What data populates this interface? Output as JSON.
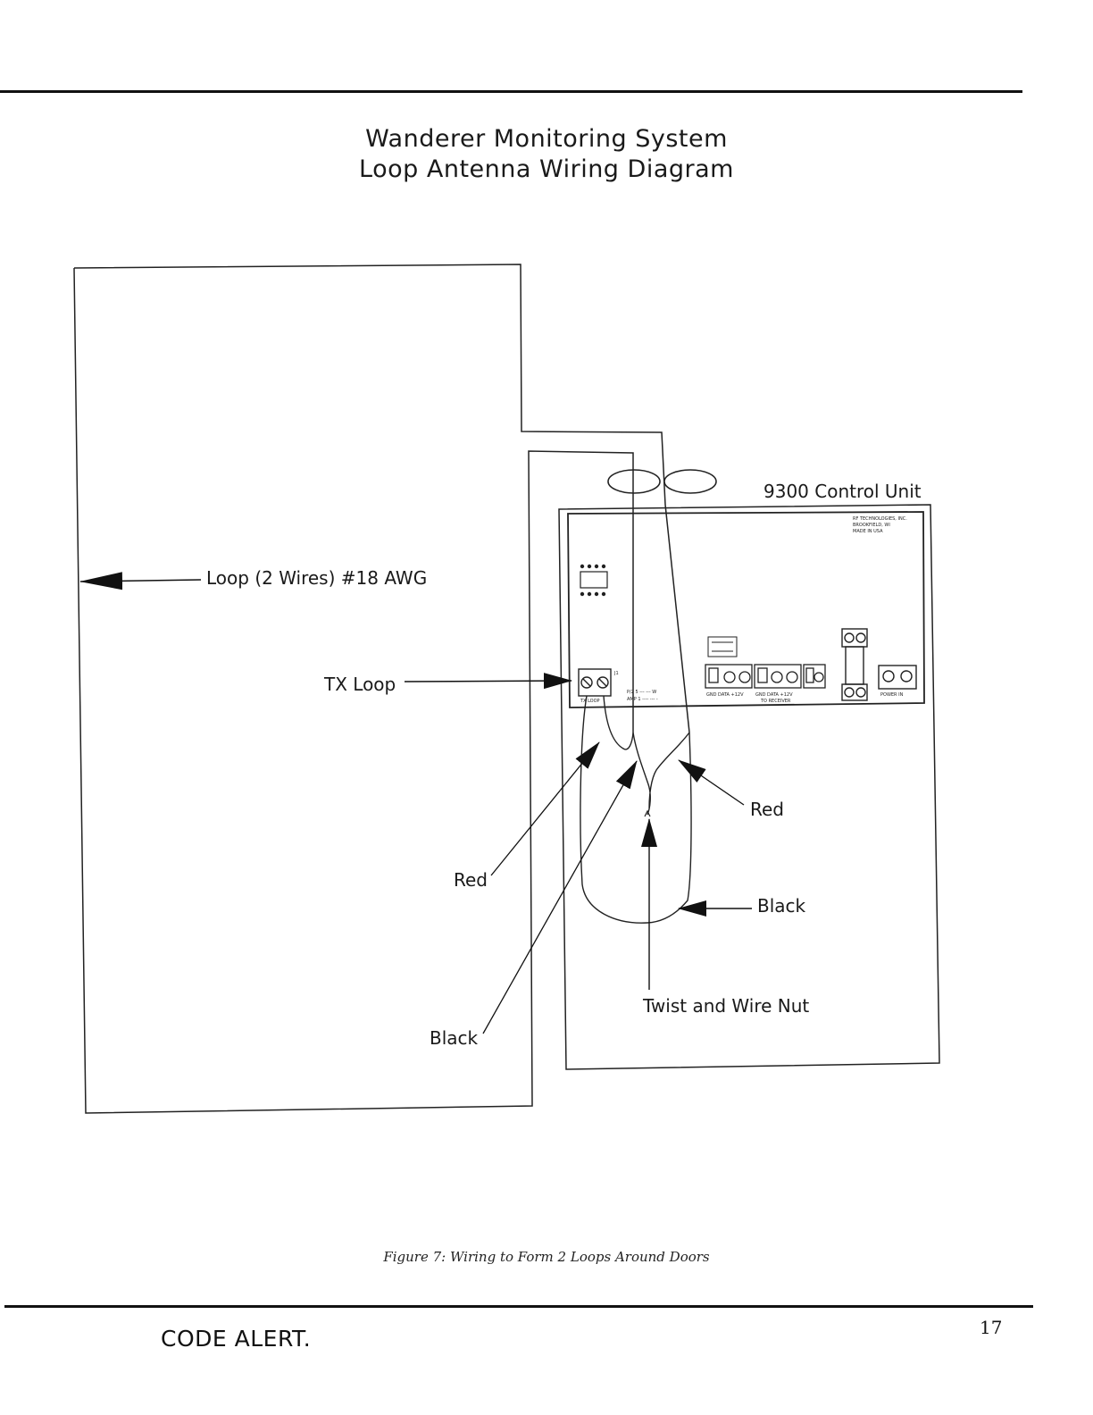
{
  "header": {
    "title_line1": "Wanderer Monitoring System",
    "title_line2": "Loop Antenna Wiring Diagram"
  },
  "diagram": {
    "control_unit_label": "9300 Control Unit",
    "loop_label": "Loop (2 Wires) #18 AWG",
    "tx_loop_label": "TX Loop",
    "red_left_label": "Red",
    "red_right_label": "Red",
    "black_left_label": "Black",
    "black_right_label": "Black",
    "twist_label": "Twist and Wire Nut",
    "board_text": {
      "maker_line1": "RF TECHNOLOGIES, INC.",
      "maker_line2": "BROOKFIELD, WI",
      "maker_line3": "MADE IN USA",
      "tx_terminal": "TX  LOOP",
      "gnd_data_12v": "GND DATA +12V",
      "to_receiver": "TO RECEIVER",
      "power_in": "POWER IN"
    }
  },
  "footer": {
    "caption": "Figure 7: Wiring to Form 2 Loops Around Doors",
    "brand": "CODE ALERT.",
    "page_number": "17"
  }
}
